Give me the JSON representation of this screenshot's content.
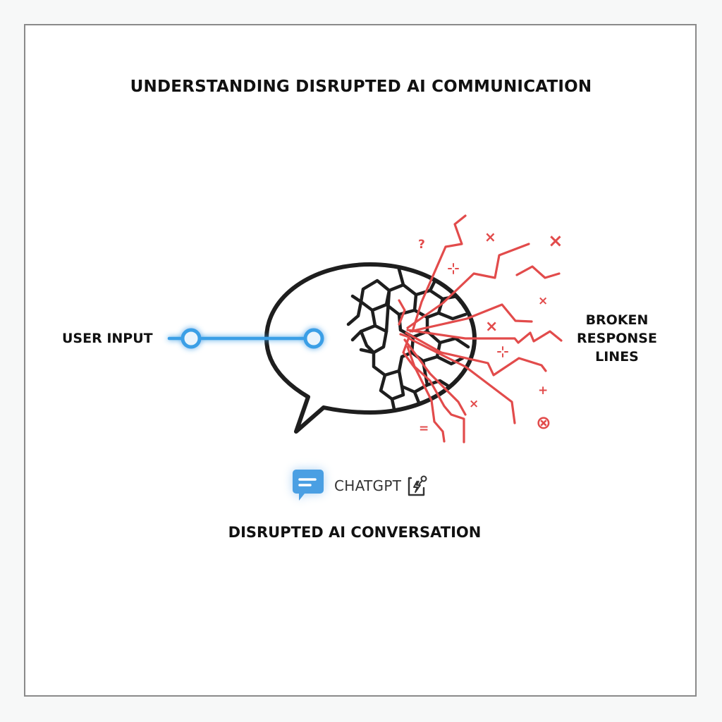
{
  "title": "UNDERSTANDING DISRUPTED AI COMMUNICATION",
  "left_label": "USER INPUT",
  "right_label": [
    "BROKEN",
    "RESPONSE",
    "LINES"
  ],
  "brand": {
    "name": "CHATGPT",
    "logo_icon": "chat-bubble-icon",
    "badge_icon": "lightning-edit-icon"
  },
  "caption": "DISRUPTED AI CONVERSATION",
  "symbols": [
    "?",
    "×",
    "×",
    "×",
    "×",
    "+",
    "+",
    "=",
    "⊗"
  ],
  "colors": {
    "input_line": "#3b9fe6",
    "bubble_outline": "#1e1e1e",
    "broken_lines": "#e24b4b",
    "frame": "#8a8a8a",
    "text": "#111111"
  }
}
